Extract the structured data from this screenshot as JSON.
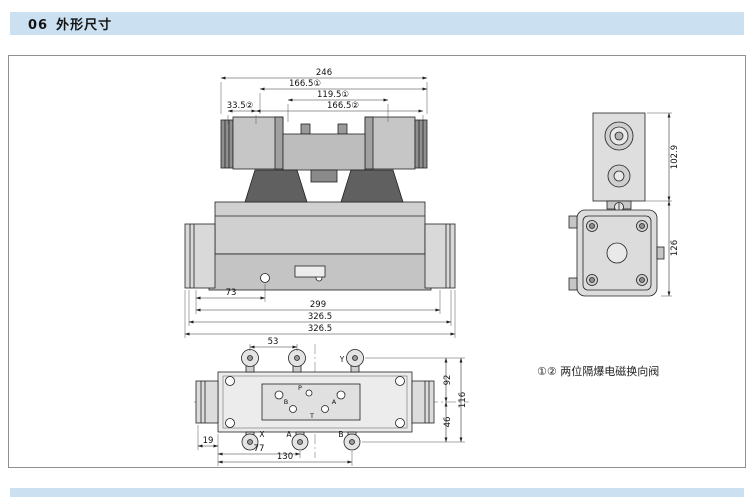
{
  "header": {
    "section_no": "06",
    "title": "外形尺寸"
  },
  "figure": {
    "note": "①② 两位隔爆电磁换向阀",
    "front_view": {
      "dim_total_width": "246",
      "dim_166_coil1": "166.5①",
      "dim_119_coil1": "119.5①",
      "dim_33_coil2": "33.5②",
      "dim_166_coil2": "166.5②",
      "dim_73": "73",
      "dim_299": "299",
      "dim_326_upper": "326.5",
      "dim_326_lower": "326.5"
    },
    "side_view": {
      "dim_height_box": "102.9",
      "dim_height_body": "126"
    },
    "top_view": {
      "dim_53": "53",
      "dim_92": "92",
      "dim_116": "116",
      "dim_46": "46",
      "dim_19": "19",
      "dim_77": "77",
      "dim_130": "130",
      "port_x": "X",
      "port_a": "A",
      "port_b": "B",
      "port_y": "Y",
      "port_p": "P",
      "port_t": "T",
      "port_b_inner": "B",
      "port_a_inner": "A"
    }
  }
}
